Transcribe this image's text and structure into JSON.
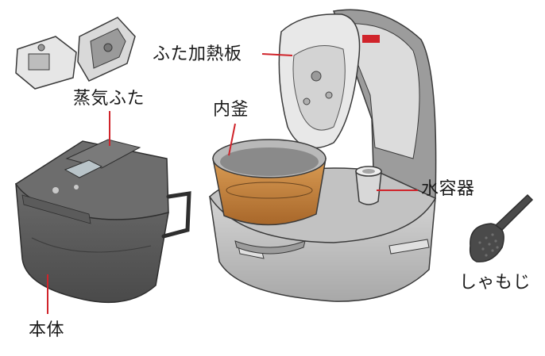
{
  "labels": {
    "lid_heater": "ふた加熱板",
    "steam_cap": "蒸気ふた",
    "inner_pot": "内釜",
    "water_container": "水容器",
    "body": "本体",
    "rice_paddle": "しゃもじ"
  },
  "colors": {
    "leader_line": "#d0242b",
    "body_dark": "#5a5a5a",
    "body_mid": "#8c8c8c",
    "body_light": "#cfcfcf",
    "pot_copper": "#c98a44",
    "outline": "#3a3a3a"
  }
}
